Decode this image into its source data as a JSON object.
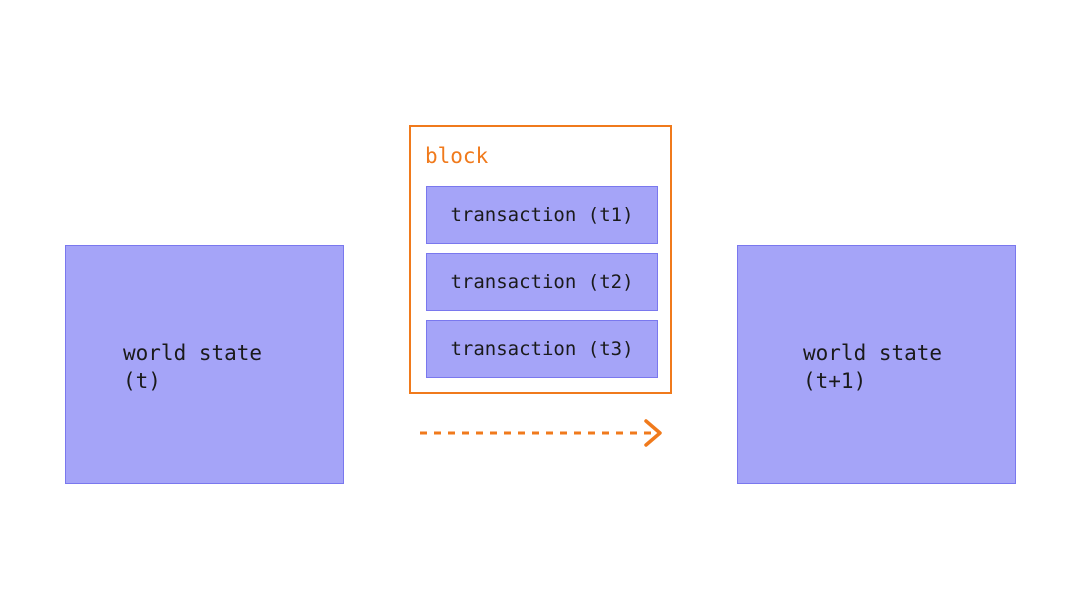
{
  "diagram": {
    "left_state": {
      "line1": "world state",
      "line2": "(t)"
    },
    "block": {
      "title": "block",
      "transactions": [
        {
          "label": "transaction (t1)"
        },
        {
          "label": "transaction (t2)"
        },
        {
          "label": "transaction (t3)"
        }
      ]
    },
    "right_state": {
      "line1": "world state",
      "line2": "(t+1)"
    }
  },
  "colors": {
    "state_fill": "#a5a4f8",
    "state_border": "#7a78ee",
    "accent_orange": "#f07a1c",
    "text": "#1a1a1a"
  },
  "icons": {
    "transition_arrow": "dashed-arrow-right-icon"
  }
}
